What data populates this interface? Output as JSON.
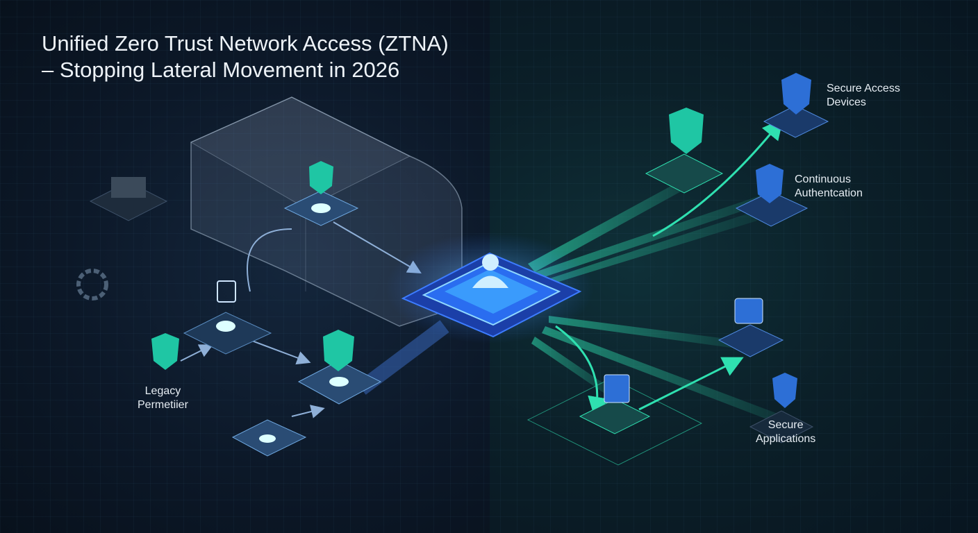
{
  "title": {
    "line1": "Unified Zero Trust Network Access (ZTNA)",
    "line2": "– Stopping Lateral Movement in 2026"
  },
  "labels": {
    "secure_access_devices": {
      "line1": "Secure Access",
      "line2": "Devices"
    },
    "continuous_authentication": {
      "line1": "Continuous",
      "line2": "Authentcation"
    },
    "secure_applications": {
      "line1": "Secure",
      "line2": "Applications"
    },
    "legacy_perimeter": {
      "line1": "Legacy",
      "line2": "Permetiier"
    }
  },
  "colors": {
    "accent_teal": "#2fe0b0",
    "accent_blue": "#2a6df0",
    "shield_teal": "#1fc6a4",
    "shield_blue": "#2d6fd6"
  }
}
